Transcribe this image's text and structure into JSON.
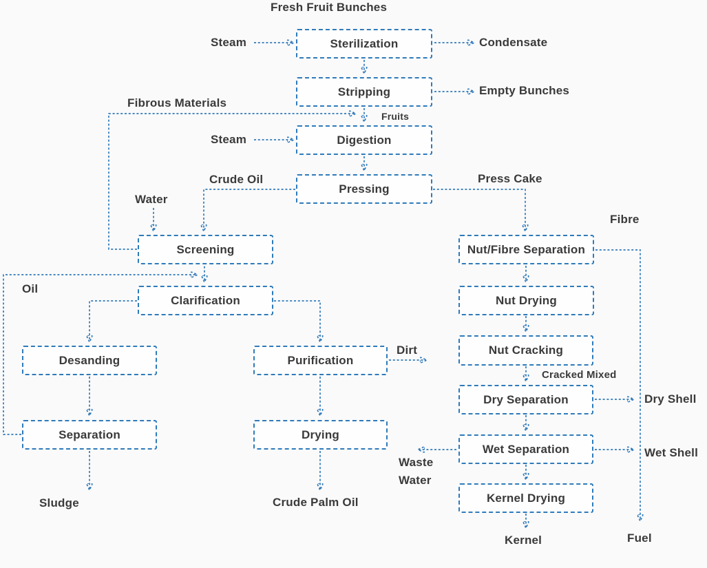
{
  "diagram": {
    "title_label": "Fresh Fruit Bunches",
    "colors": {
      "line_blue": "#2f79ba",
      "arrowhead_blue": "#1e63a7",
      "box_border_blue": "#2e7ab9",
      "text_dark": "#3a3a3a",
      "background": "#fafafa",
      "box_background": "#fefefe"
    },
    "nodes": {
      "sterilization": "Sterilization",
      "stripping": "Stripping",
      "digestion": "Digestion",
      "pressing": "Pressing",
      "screening": "Screening",
      "clarification": "Clarification",
      "desanding": "Desanding",
      "separation": "Separation",
      "purification": "Purification",
      "drying": "Drying",
      "nut_fibre_separation": "Nut/Fibre Separation",
      "nut_drying": "Nut Drying",
      "nut_cracking": "Nut Cracking",
      "dry_separation": "Dry Separation",
      "wet_separation": "Wet Separation",
      "kernel_drying": "Kernel Drying"
    },
    "labels": {
      "fresh_fruit_bunches": "Fresh Fruit Bunches",
      "steam_sterilization": "Steam",
      "condensate": "Condensate",
      "empty_bunches": "Empty Bunches",
      "fibrous_materials": "Fibrous Materials",
      "fruits": "Fruits",
      "steam_digestion": "Steam",
      "crude_oil": "Crude Oil",
      "press_cake": "Press Cake",
      "water": "Water",
      "fibre": "Fibre",
      "oil": "Oil",
      "dirt": "Dirt",
      "cracked_mixed": "Cracked Mixed",
      "dry_shell": "Dry Shell",
      "wet_shell": "Wet Shell",
      "waste_water": "Waste Water",
      "sludge": "Sludge",
      "crude_palm_oil": "Crude Palm Oil",
      "kernel": "Kernel",
      "fuel": "Fuel"
    }
  }
}
